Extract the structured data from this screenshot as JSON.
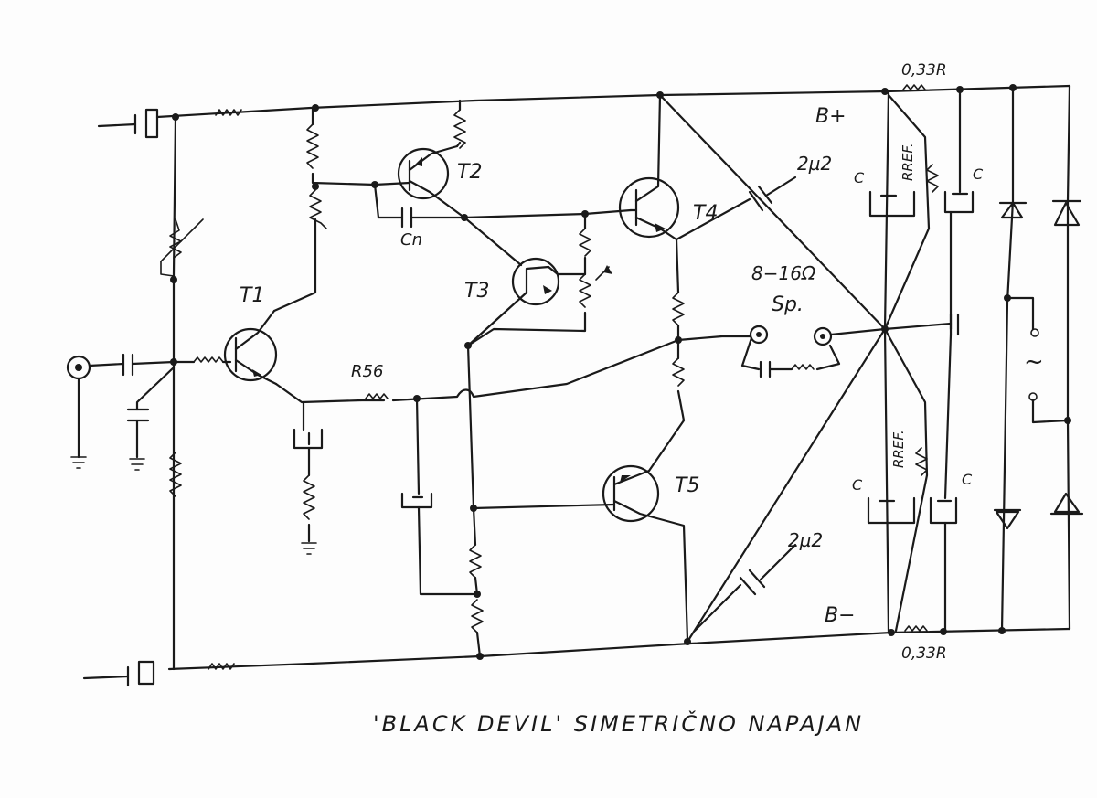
{
  "title": "'BLACK DEVIL' SIMETRIČNO NAPAJAN",
  "labels": {
    "t1": "T1",
    "t2": "T2",
    "t3": "T3",
    "t4": "T4",
    "t5": "T5",
    "cn": "Cn",
    "r56": "R56",
    "b_plus": "B+",
    "b_minus": "B−",
    "r_top": "0,33R",
    "r_bottom": "0,33R",
    "cap_top": "2µ2",
    "cap_bottom": "2µ2",
    "speaker_impedance": "8−16Ω",
    "speaker": "Sp.",
    "rref_top": "RREF.",
    "rref_bottom": "RREF.",
    "c_tl": "C",
    "c_tr": "C",
    "c_bl": "C",
    "c_br": "C",
    "transformer": "~"
  }
}
